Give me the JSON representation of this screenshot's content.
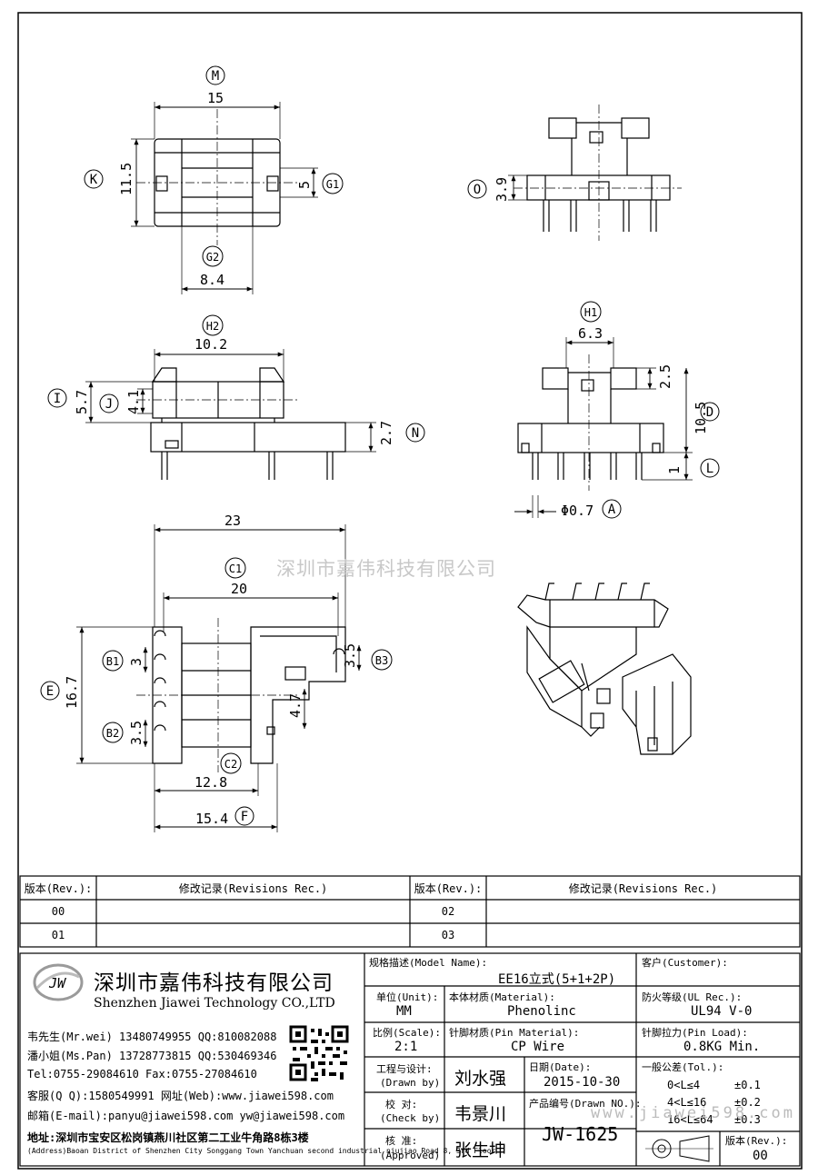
{
  "drawing": {
    "dim_15": "15",
    "dim_11_5": "11.5",
    "dim_5": "5",
    "dim_8_4": "8.4",
    "dim_3_9": "3.9",
    "dim_10_2": "10.2",
    "dim_5_7": "5.7",
    "dim_4_1": "4.1",
    "dim_2_7": "2.7",
    "dim_6_3": "6.3",
    "dim_2_5": "2.5",
    "dim_10_5": "10.5",
    "dim_1": "1",
    "dim_phi0_7": "Φ0.7",
    "dim_23": "23",
    "dim_20": "20",
    "dim_3": "3",
    "dim_16_7": "16.7",
    "dim_3_5a": "3.5",
    "dim_3_5b": "3.5",
    "dim_4_7": "4.7",
    "dim_12_8": "12.8",
    "dim_15_4": "15.4",
    "tag_M": "M",
    "tag_K": "K",
    "tag_G1": "G1",
    "tag_G2": "G2",
    "tag_O": "O",
    "tag_H2": "H2",
    "tag_I": "I",
    "tag_J": "J",
    "tag_N": "N",
    "tag_H1": "H1",
    "tag_D": "D",
    "tag_L": "L",
    "tag_A": "A",
    "tag_C1": "C1",
    "tag_B1": "B1",
    "tag_B3": "B3",
    "tag_E": "E",
    "tag_B2": "B2",
    "tag_C2": "C2",
    "tag_F": "F"
  },
  "watermark": "深圳市嘉伟科技有限公司",
  "revisions": {
    "rev_header": "版本(Rev.):",
    "rec_header": "修改记录(Revisions Rec.)",
    "rows_left": [
      "00",
      "01"
    ],
    "rows_right": [
      "02",
      "03"
    ]
  },
  "company": {
    "name_cn": "深圳市嘉伟科技有限公司",
    "name_en": "Shenzhen Jiawei Technology CO.,LTD",
    "logo_text": "JW",
    "contact_wei": "韦先生(Mr.wei) 13480749955 QQ:810082088",
    "contact_pan": "潘小姐(Ms.Pan) 13728773815 QQ:530469346",
    "tel_fax": "Tel:0755-29084610     Fax:0755-27084610",
    "qq_web": "客服(Q Q):1580549991   网址(Web):www.jiawei598.com",
    "email": "邮箱(E-mail):panyu@jiawei598.com  yw@jiawei598.com",
    "address_cn": "地址:深圳市宝安区松岗镇燕川社区第二工业牛角路8栋3楼",
    "address_en": "(Address)Baoan District of Shenzhen City Songgang Town Yanchuan  second industrial niujiao Road 8, 3rd Floor"
  },
  "title_block": {
    "model_label": "规格描述(Model Name):",
    "model_value": "EE16立式(5+1+2P)",
    "customer_label": "客户(Customer):",
    "unit_label": "单位(Unit):",
    "unit_value": "MM",
    "material_label": "本体材质(Material):",
    "material_value": "Phenolinc",
    "ul_label": "防火等级(UL Rec.):",
    "ul_value": "UL94 V-0",
    "scale_label": "比例(Scale):",
    "scale_value": "2:1",
    "pin_material_label": "针脚材质(Pin Material):",
    "pin_material_value": "CP Wire",
    "pin_load_label": "针脚拉力(Pin Load):",
    "pin_load_value": "0.8KG Min.",
    "drawn_label_cn": "工程与设计:",
    "drawn_label_en": "(Drawn by)",
    "drawn_value": "刘水强",
    "date_label": "日期(Date):",
    "date_value": "2015-10-30",
    "check_label_cn": "校  对:",
    "check_label_en": "(Check by)",
    "check_value": "韦景川",
    "drawn_no_label": "产品编号(Drawn NO.):",
    "drawn_no_value": "JW-1625",
    "approved_label_cn": "核  准:",
    "approved_label_en": "(Approved)",
    "approved_value": "张生坤",
    "tol_label": "一般公差(Tol.):",
    "tol_rows": [
      {
        "range": "0<L≤4",
        "value": "±0.1"
      },
      {
        "range": "4<L≤16",
        "value": "±0.2"
      },
      {
        "range": "16<L≤64",
        "value": "±0.3"
      }
    ],
    "footer_watermark": "www.jiawei598.com",
    "rev_label": "版本(Rev.):",
    "rev_value": "00"
  }
}
